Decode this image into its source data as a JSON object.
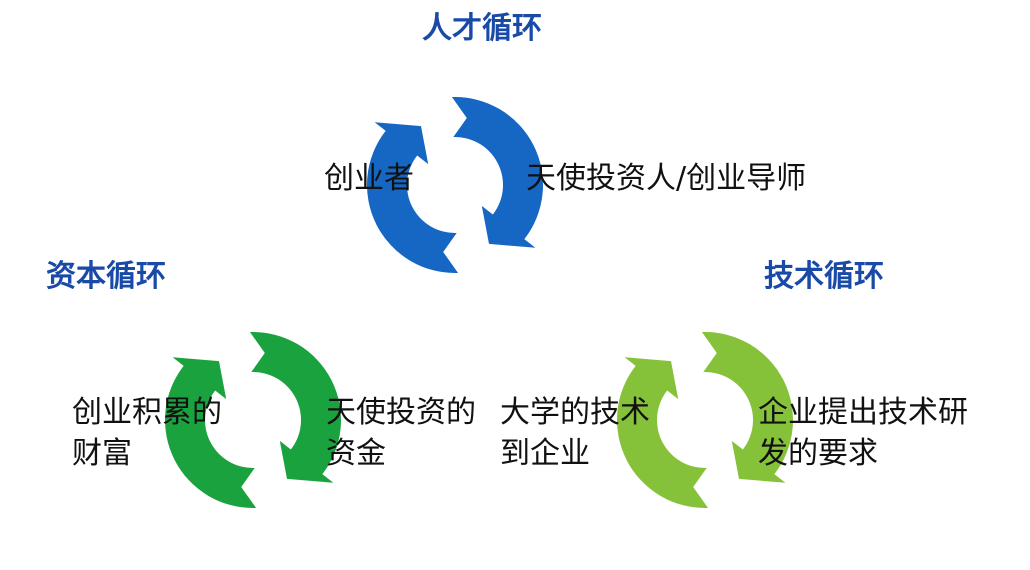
{
  "colors": {
    "talent": "#1667c3",
    "capital": "#1aa23e",
    "tech": "#86c13a",
    "title": "#1a4aa8",
    "text": "#111111"
  },
  "talent": {
    "title": "人才循环",
    "left": "创业者",
    "right": "天使投资人/创业导师"
  },
  "capital": {
    "title": "资本循环",
    "left": [
      "创业积累的",
      "财富"
    ],
    "right": [
      "天使投资的",
      "资金"
    ]
  },
  "tech": {
    "title": "技术循环",
    "left": [
      "大学的技术",
      "到企业"
    ],
    "right": [
      "企业提出技术研",
      "发的要求"
    ]
  }
}
